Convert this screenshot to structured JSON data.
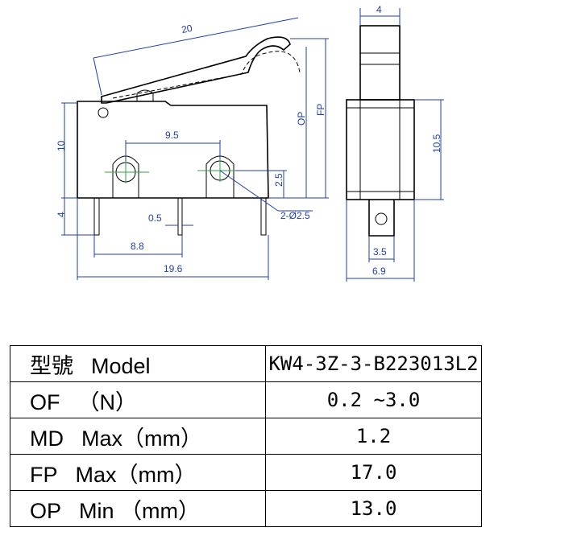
{
  "dimensions": {
    "lever_length": "20",
    "pin_pitch": "9.5",
    "body_height": "10",
    "terminal_length": "4",
    "terminal_thickness": "0.5",
    "hole_to_bottom": "2.5",
    "holes": "2-Ø2.5",
    "hole_to_left_pin": "8.8",
    "body_width": "19.6",
    "op": "OP",
    "fp": "FP",
    "lever_width": "4",
    "side_height": "10.5",
    "terminal_width": "3.5",
    "side_width": "6.9"
  },
  "table": {
    "rows": [
      {
        "param": "型號",
        "qualifier": "Model",
        "value": "KW4-3Z-3-B223013L2"
      },
      {
        "param": "OF",
        "qualifier": "（N）",
        "value": "0.2 ~3.0"
      },
      {
        "param": "MD",
        "qualifier": "Max（mm）",
        "value": "1.2"
      },
      {
        "param": "FP",
        "qualifier": "Max（mm）",
        "value": "17.0"
      },
      {
        "param": "OP",
        "qualifier": "Min （mm）",
        "value": "13.0"
      }
    ]
  },
  "colors": {
    "dimension": "#1f3fa8",
    "outline": "#000000",
    "centerline": "#2ea043"
  }
}
